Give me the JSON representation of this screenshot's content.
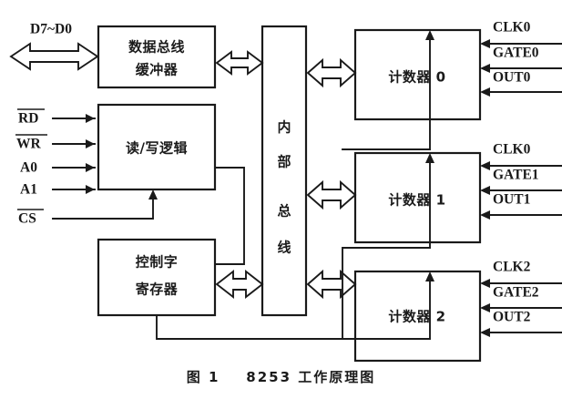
{
  "figure": {
    "caption_number": "图 1",
    "caption_text": "8253 工作原理图",
    "caption_full": "图 1    8253 工作原理图"
  },
  "blocks": {
    "data_bus_buffer": {
      "line1": "数据总线",
      "line2": "缓冲器"
    },
    "rw_logic": {
      "line1": "读/写逻辑"
    },
    "control_word_register": {
      "line1": "控制字",
      "line2": "寄存器"
    },
    "internal_bus": {
      "char1": "内",
      "char2": "部",
      "char3": "总",
      "char4": "线"
    },
    "counter0": {
      "label": "计数器 0"
    },
    "counter1": {
      "label": "计数器 1"
    },
    "counter2": {
      "label": "计数器 2"
    }
  },
  "left_signals": {
    "data_bus": {
      "label": "D7~D0",
      "overbar": false
    },
    "pins": [
      {
        "label": "RD",
        "overbar": true
      },
      {
        "label": "WR",
        "overbar": true
      },
      {
        "label": "A0",
        "overbar": false
      },
      {
        "label": "A1",
        "overbar": false
      },
      {
        "label": "CS",
        "overbar": true
      }
    ]
  },
  "right_signals": {
    "group0": [
      {
        "label": "CLK0"
      },
      {
        "label": "GATE0"
      },
      {
        "label": "OUT0"
      }
    ],
    "group1": [
      {
        "label": "CLK0"
      },
      {
        "label": "GATE1"
      },
      {
        "label": "OUT1"
      }
    ],
    "group2": [
      {
        "label": "CLK2"
      },
      {
        "label": "GATE2"
      },
      {
        "label": "OUT2"
      }
    ]
  },
  "colors": {
    "ink": "#1a1a1a",
    "paper": "#ffffff"
  }
}
